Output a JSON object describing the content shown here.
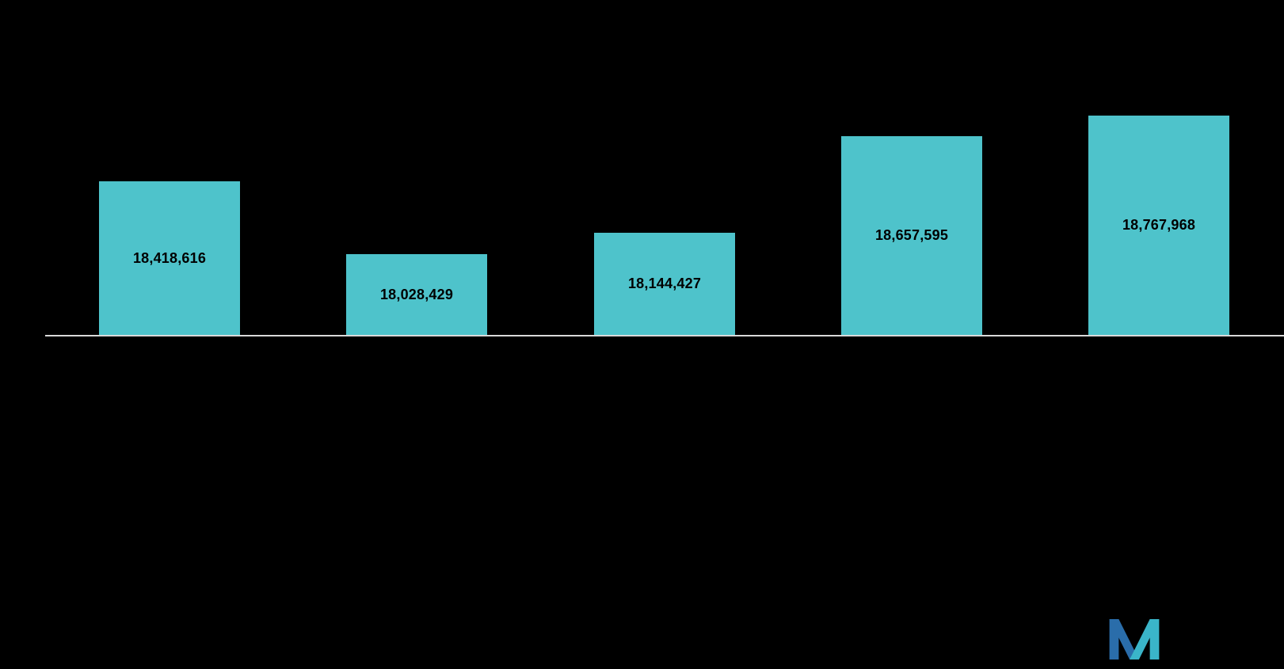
{
  "chart_data": {
    "type": "bar",
    "values": [
      18418616,
      18028429,
      18144427,
      18657595,
      18767968
    ],
    "labels": [
      "18,418,616",
      "18,028,429",
      "18,144,427",
      "18,657,595",
      "18,767,968"
    ],
    "title": "",
    "xlabel": "",
    "ylabel": "",
    "ylim": [
      17600000,
      18800000
    ],
    "grid": false,
    "legend": false,
    "bar_color": "#4EC3CB",
    "data_label_color": "#000000",
    "axis_line_color": "#D9D9D9",
    "background_color": "#000000"
  },
  "logo": {
    "name": "brand-logo",
    "blue": "#2A6DAA",
    "teal": "#3AB5C9"
  }
}
